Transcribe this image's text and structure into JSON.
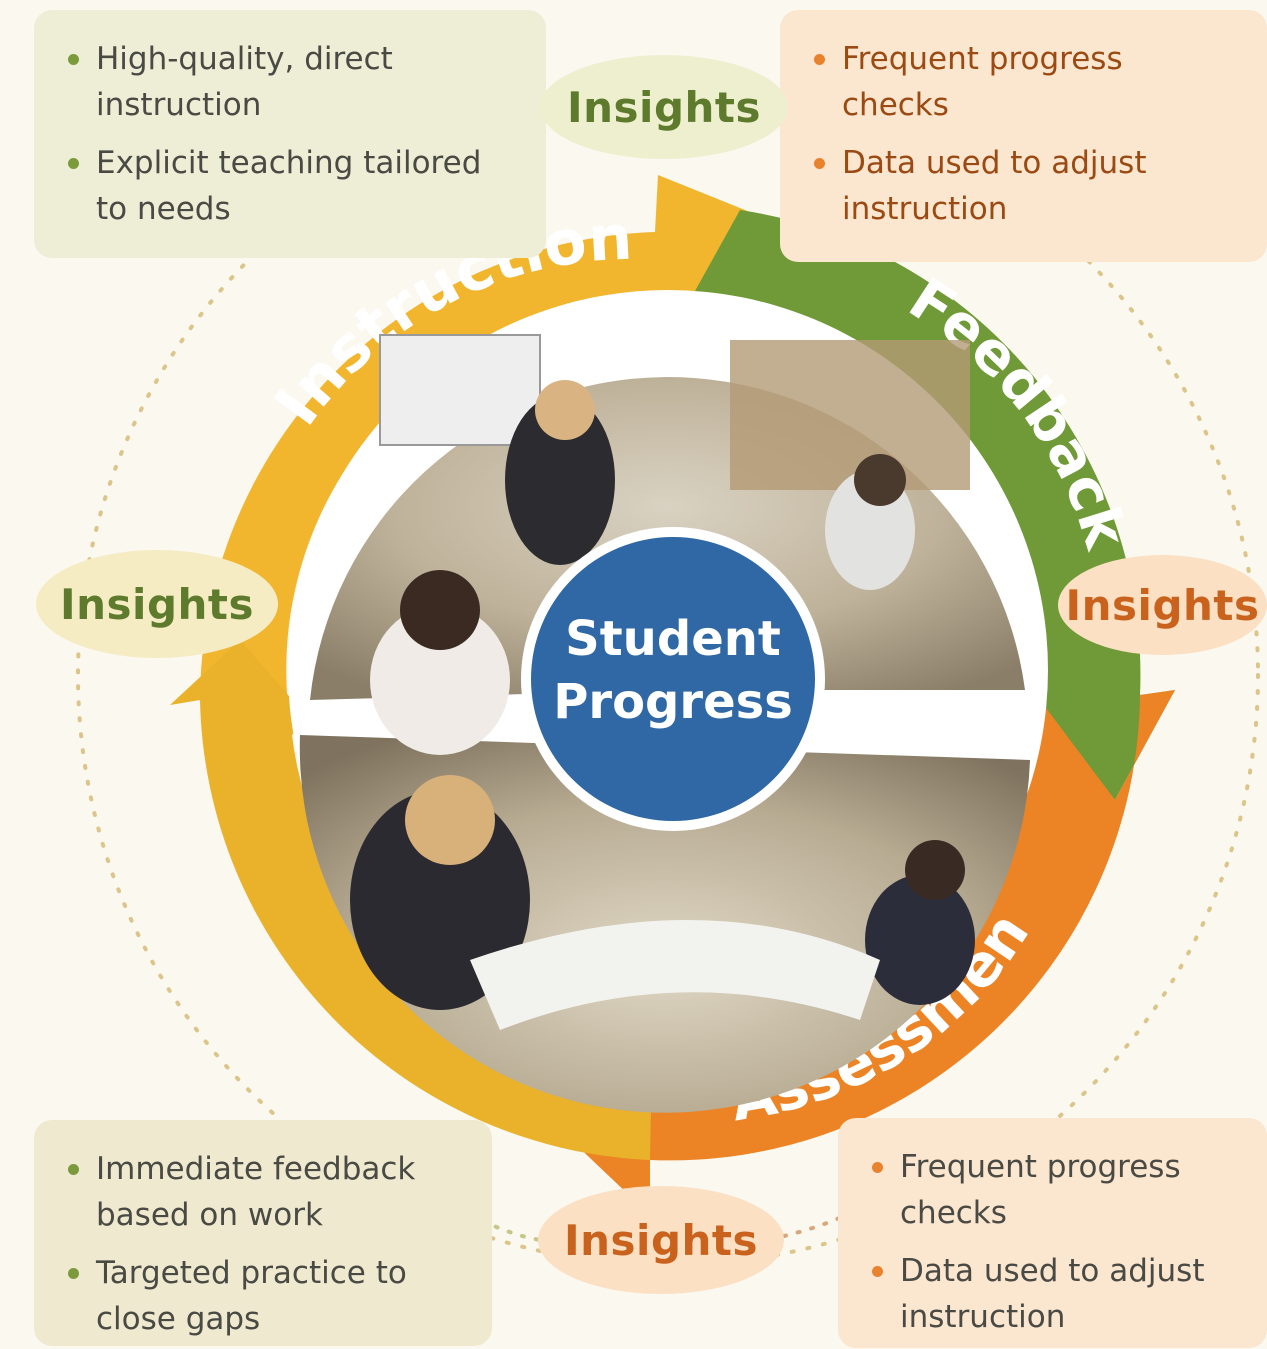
{
  "diagram": {
    "center_label_line1": "Student",
    "center_label_line2": "Progress",
    "stages": {
      "instruction": "Instruction",
      "feedback": "Feedback",
      "assessment": "Assessment"
    },
    "insights": {
      "top": "Insights",
      "left": "Insights",
      "right": "Insights",
      "bottom": "Insights"
    },
    "boxes": {
      "top_left": [
        "High-quality, direct instruction",
        "Explicit teaching tailored to needs"
      ],
      "top_right": [
        "Frequent progress checks",
        "Data used to adjust instruction"
      ],
      "bottom_left": [
        "Immediate feedback based on work",
        "Targeted practice to close gaps"
      ],
      "bottom_right": [
        "Frequent progress checks",
        "Data used to adjust instruction"
      ]
    },
    "colors": {
      "instruction": "#f1b52e",
      "feedback": "#6f9a37",
      "assessment": "#ec8426",
      "center": "#2f68a4",
      "photo_frame": "#ffffff"
    },
    "icons": [
      "classroom-photo-top",
      "classroom-photo-bottom"
    ]
  }
}
